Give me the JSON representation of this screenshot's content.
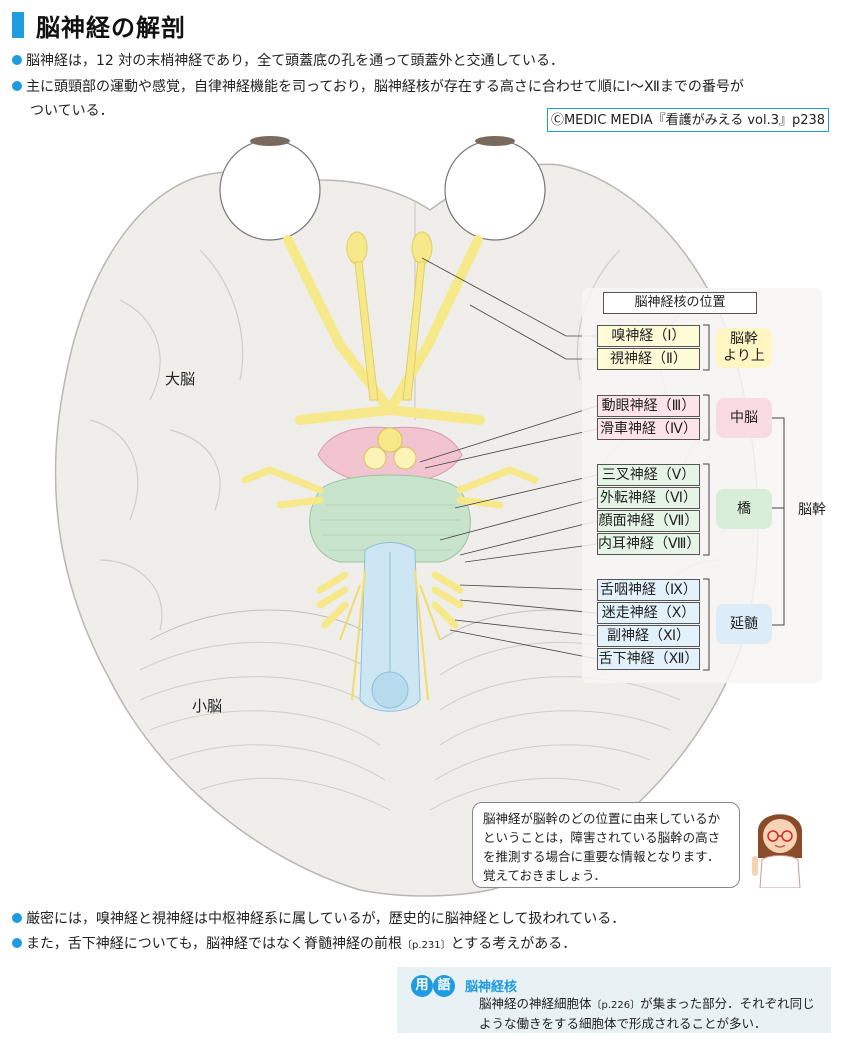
{
  "title": "脳神経の解剖",
  "bullets_top": [
    "脳神経は，12 対の末梢神経であり，全て頭蓋底の孔を通って頭蓋外と交通している．",
    "主に頭頸部の運動や感覚，自律神経機能を司っており，脳神経核が存在する高さに合わせて順にⅠ～Ⅻまでの番号が",
    "ついている．"
  ],
  "credit": "ⒸMEDIC MEDIA『看護がみえる vol.3』p238",
  "diagram": {
    "label_cerebrum": "大脳",
    "label_cerebellum": "小脳",
    "legend_title": "脳神経核の位置",
    "nerves": [
      {
        "label": "嗅神経（Ⅰ）",
        "color": "y"
      },
      {
        "label": "視神経（Ⅱ）",
        "color": "y"
      },
      {
        "label": "動眼神経（Ⅲ）",
        "color": "p"
      },
      {
        "label": "滑車神経（Ⅳ）",
        "color": "p"
      },
      {
        "label": "三叉神経（Ⅴ）",
        "color": "g"
      },
      {
        "label": "外転神経（Ⅵ）",
        "color": "g"
      },
      {
        "label": "顔面神経（Ⅶ）",
        "color": "g"
      },
      {
        "label": "内耳神経（Ⅷ）",
        "color": "g"
      },
      {
        "label": "舌咽神経（Ⅸ）",
        "color": "b"
      },
      {
        "label": "迷走神経（Ⅹ）",
        "color": "b"
      },
      {
        "label": "副神経（Ⅺ）",
        "color": "b"
      },
      {
        "label": "舌下神経（Ⅻ）",
        "color": "b"
      }
    ],
    "region_upper_line1": "脳幹",
    "region_upper_line2": "より上",
    "region_midbrain": "中脳",
    "region_pons": "橋",
    "region_medulla": "延髄",
    "region_brainstem": "脳幹"
  },
  "speech_note": "脳神経が脳幹のどの位置に由来しているかということは，障害されている脳幹の高さを推測する場合に重要な情報となります．覚えておきましょう．",
  "bullets_bottom": [
    "厳密には，嗅神経と視神経は中枢神経系に属しているが，歴史的に脳神経として扱われている．",
    "また，舌下神経についても，脳神経ではなく脊髄神経の前根",
    "p.231",
    "とする考えがある．"
  ],
  "term_box": {
    "badge1": "用",
    "badge2": "語",
    "term": "脳神経核",
    "desc_part1": "脳神経の神経細胞体",
    "desc_ref": "p.226",
    "desc_part2": "が集まった部分．それぞれ同じような働きをする細胞体で形成されることが多い．"
  },
  "colors": {
    "accent": "#1f9be0",
    "nerve_yellow": "#f7e98a",
    "midbrain_pink": "#f2c4cf",
    "pons_green": "#c9e4cc",
    "medulla_blue": "#cde6f3",
    "brain_gray": "#efeeeb"
  }
}
